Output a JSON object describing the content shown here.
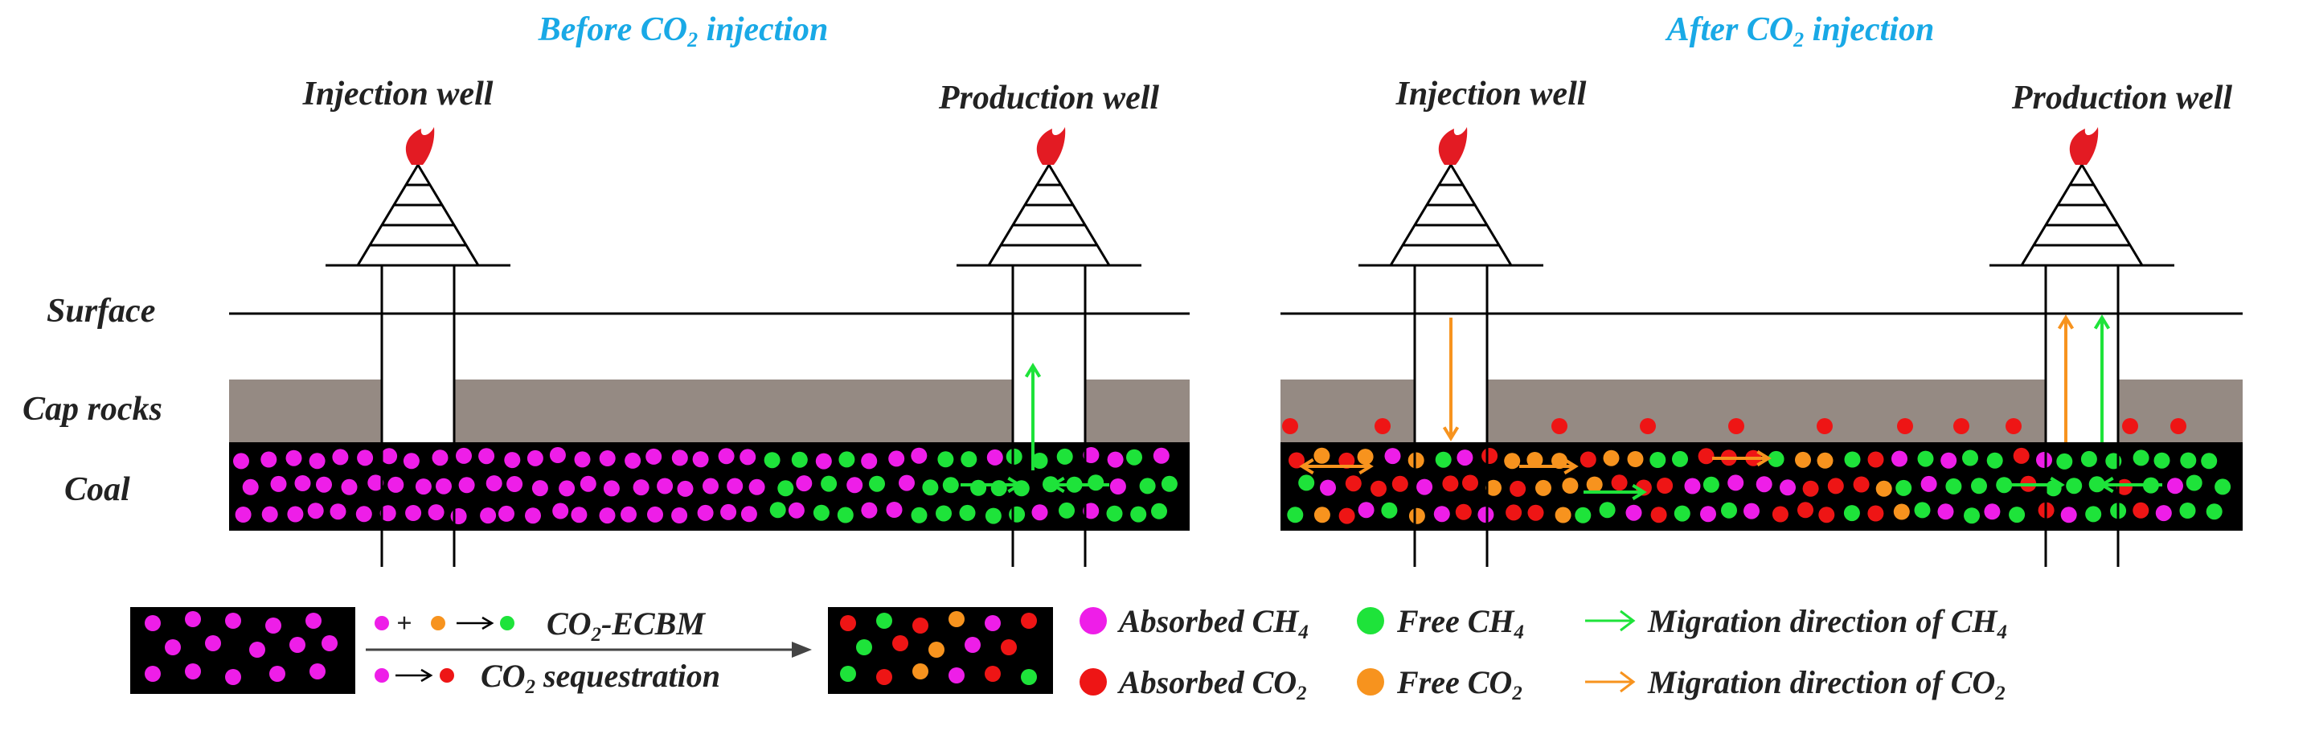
{
  "titles": {
    "before": {
      "main": "Before CO",
      "sub": "2",
      "tail": " injection"
    },
    "after": {
      "main": "After CO",
      "sub": "2",
      "tail": " injection"
    }
  },
  "wells": {
    "injection": "Injection  well",
    "production": "Production  well"
  },
  "layers": {
    "surface": "Surface",
    "cap_rocks": "Cap rocks",
    "coal": "Coal"
  },
  "legend": {
    "ecbm": {
      "pre": "CO",
      "sub": "2",
      "post": "-ECBM",
      "plus": "+"
    },
    "sequestration": {
      "pre": "CO",
      "sub": "2",
      "post": " sequestration"
    },
    "absorbed_ch4": {
      "pre": "Absorbed CH",
      "sub": "4"
    },
    "free_ch4": {
      "pre": "Free CH",
      "sub": "4"
    },
    "migration_ch4": {
      "pre": "Migration direction of CH",
      "sub": "4"
    },
    "absorbed_co2": {
      "pre": "Absorbed CO",
      "sub": "2"
    },
    "free_co2": {
      "pre": "Free CO",
      "sub": "2"
    },
    "migration_co2": {
      "pre": "Migration direction of CO",
      "sub": "2"
    }
  },
  "colors": {
    "title": "#19a9e6",
    "cap_rock": "#958a83",
    "coal": "#000000",
    "absorbed_ch4": "#ee1ee8",
    "free_ch4": "#1ee33a",
    "absorbed_co2": "#ee1515",
    "free_co2": "#f7931e",
    "migration_ch4": "#1ee33a",
    "migration_co2": "#f7931e",
    "flame": "#e31b23"
  }
}
